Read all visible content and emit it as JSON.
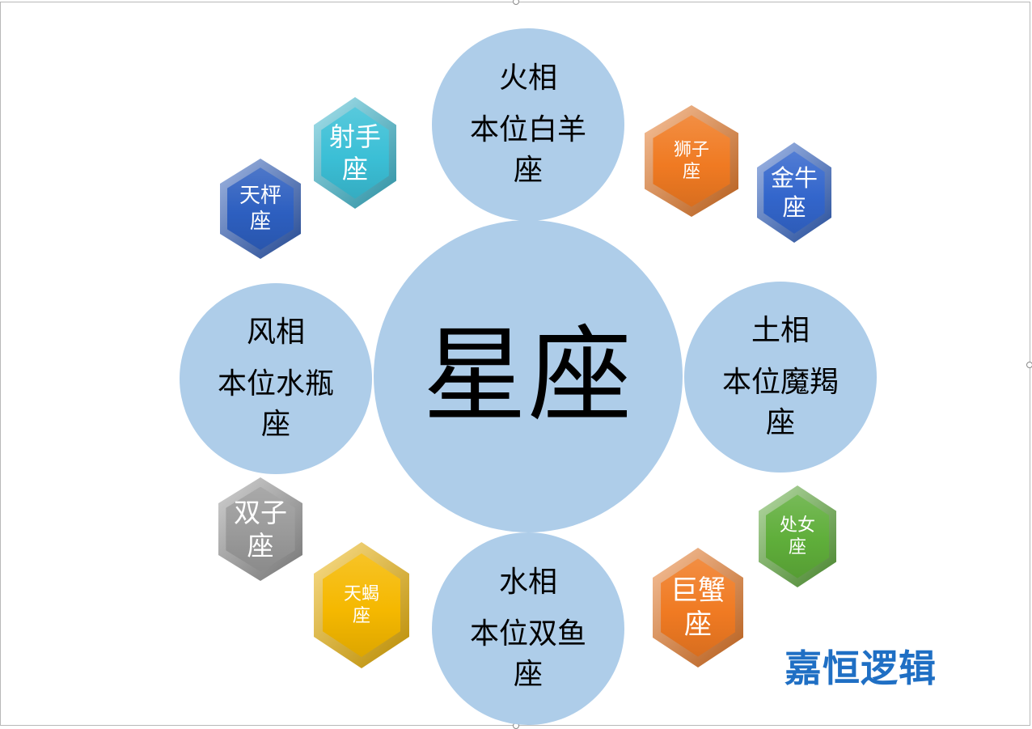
{
  "center": {
    "label": "星座"
  },
  "elements": {
    "fire": {
      "line1": "火相",
      "line2": "本位白羊",
      "line3": "座"
    },
    "earth": {
      "line1": "土相",
      "line2": "本位魔羯",
      "line3": "座"
    },
    "air": {
      "line1": "风相",
      "line2": "本位水瓶",
      "line3": "座"
    },
    "water": {
      "line1": "水相",
      "line2": "本位双鱼",
      "line3": "座"
    }
  },
  "signs": {
    "sagittarius": {
      "line1": "射手",
      "line2": "座",
      "color": "#3bbfd6"
    },
    "libra": {
      "line1": "天枰",
      "line2": "座",
      "color": "#2d5fc0"
    },
    "leo": {
      "line1": "狮子",
      "line2": "座",
      "color": "#f07a22"
    },
    "taurus": {
      "line1": "金牛",
      "line2": "座",
      "color": "#3366cc"
    },
    "gemini": {
      "line1": "双子",
      "line2": "座",
      "color": "#9a9a9a"
    },
    "scorpio": {
      "line1": "天蝎",
      "line2": "座",
      "color": "#f5b800"
    },
    "virgo": {
      "line1": "处女",
      "line2": "座",
      "color": "#5fae3a"
    },
    "cancer": {
      "line1": "巨蟹",
      "line2": "座",
      "color": "#f07a22"
    }
  },
  "brand": {
    "label": "嘉恒逻辑"
  },
  "colors": {
    "circle": "#aecde9",
    "brand": "#1f6fc4"
  }
}
